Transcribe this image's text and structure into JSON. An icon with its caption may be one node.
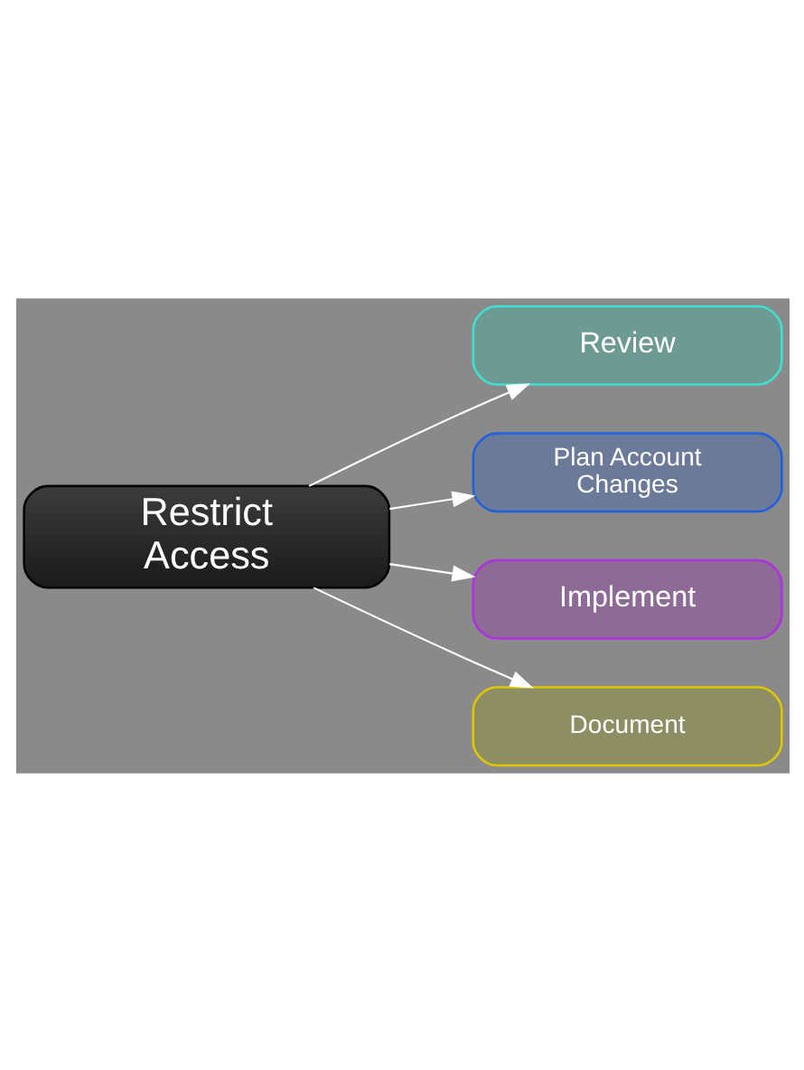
{
  "diagram": {
    "nodes": [
      {
        "text": [
          "Restrict Access"
        ]
      },
      {
        "text": [
          "Review"
        ]
      },
      {
        "text": [
          "Plan Account Changes"
        ]
      },
      {
        "text": [
          "Implement"
        ]
      },
      {
        "text": [
          "Document"
        ]
      }
    ],
    "edges": [
      {
        "from": 0,
        "to": 1,
        "arrow": "to"
      },
      {
        "from": 0,
        "to": 2,
        "arrow": "to"
      },
      {
        "from": 0,
        "to": 3,
        "arrow": "to"
      },
      {
        "from": 0,
        "to": 4,
        "arrow": "to"
      }
    ]
  }
}
